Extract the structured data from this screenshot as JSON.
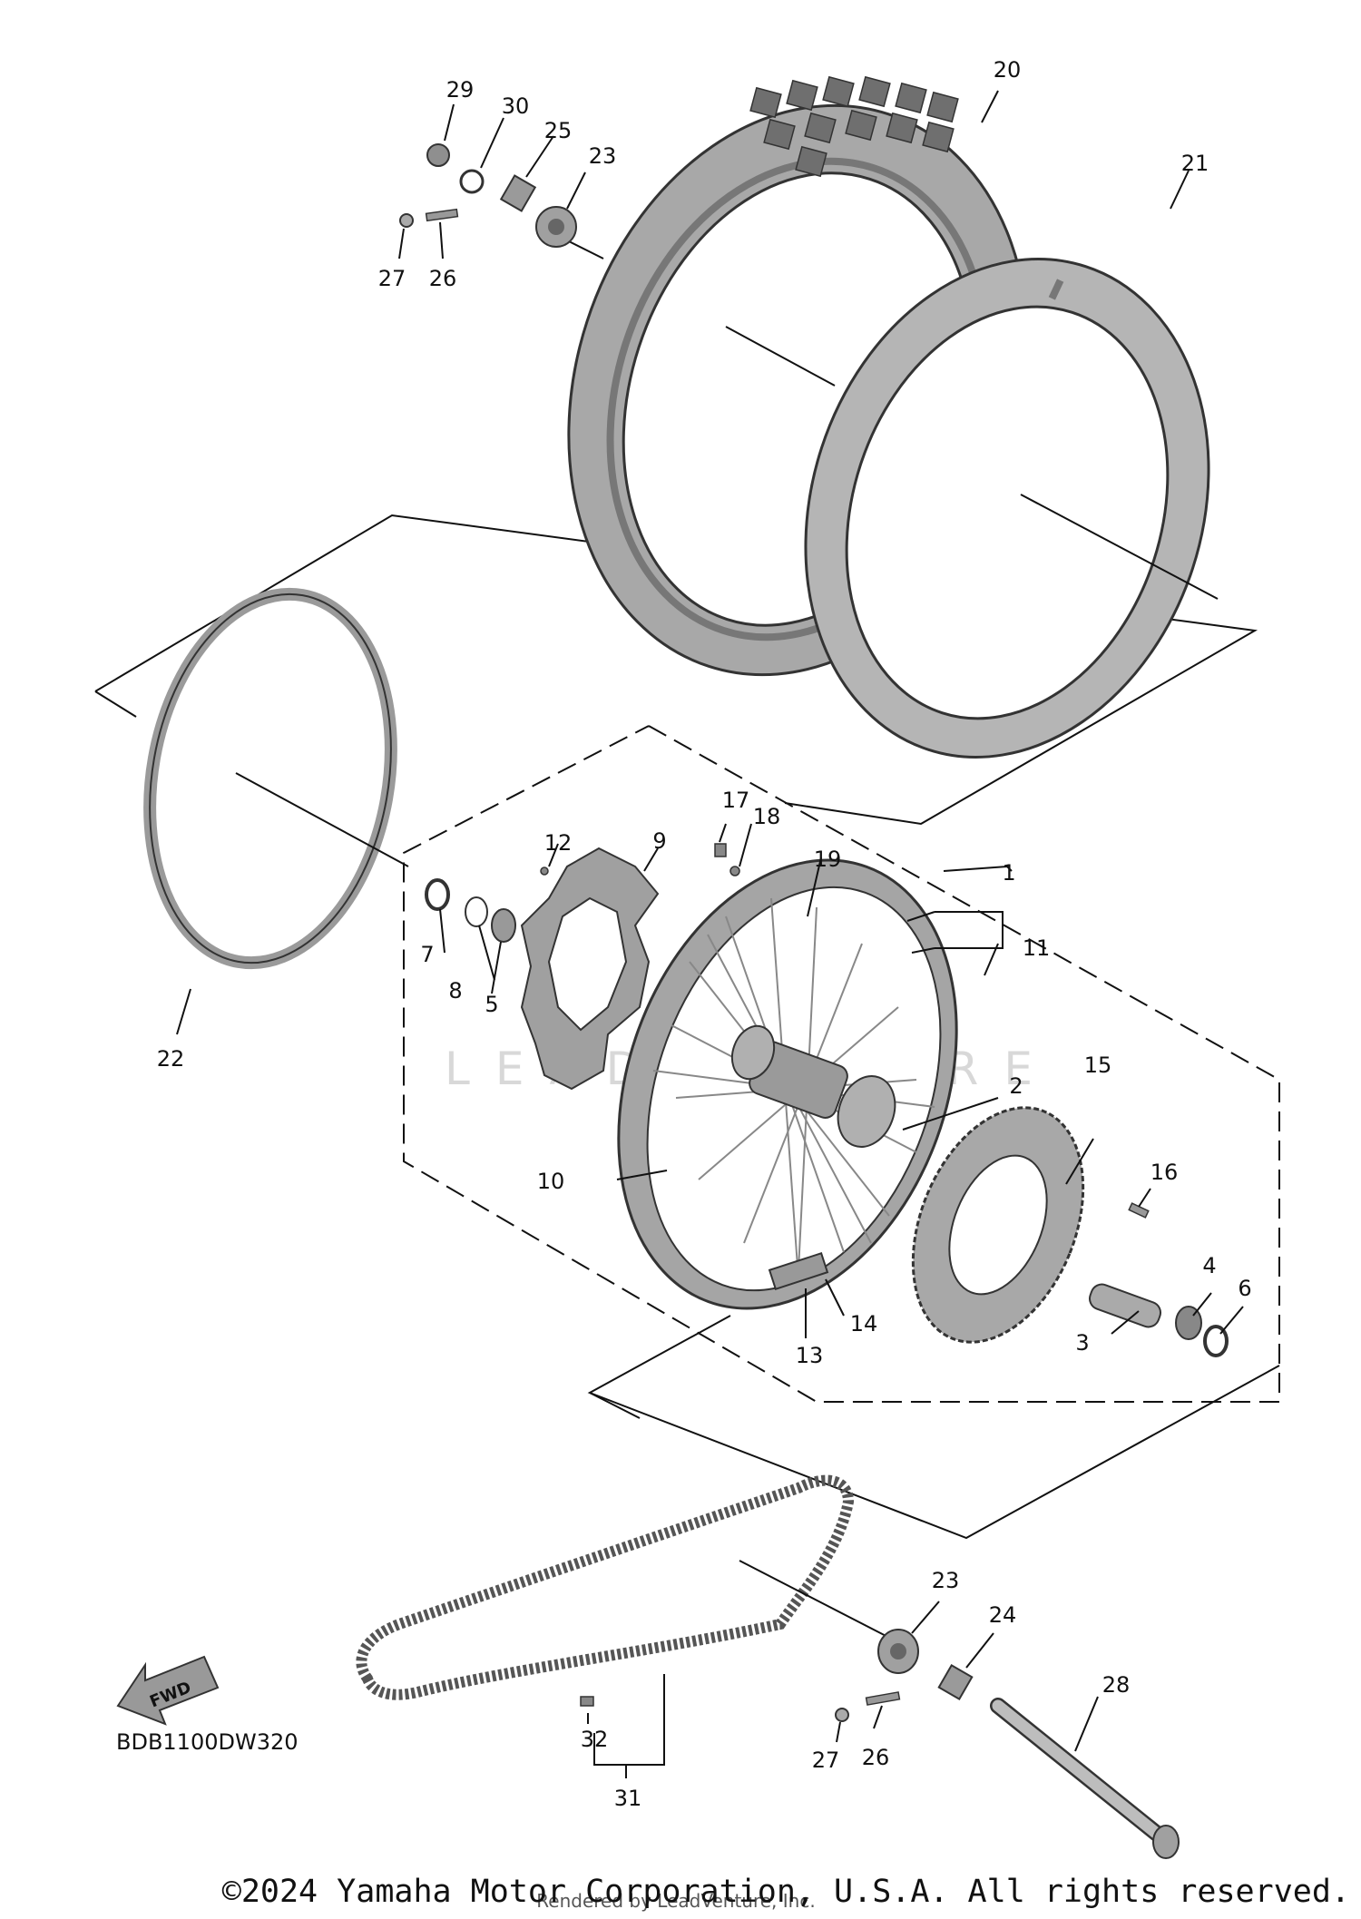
{
  "diagram_code": "BDB1100DW320",
  "fwd_label": "FWD",
  "copyright": "©2024 Yamaha Motor Corporation, U.S.A. All rights reserved.",
  "watermark": "LEADVENTURE",
  "rendered_by": "Rendered by LeadVenture, Inc.",
  "callouts": {
    "c1": "1",
    "c2": "2",
    "c3": "3",
    "c4": "4",
    "c5": "5",
    "c6": "6",
    "c7": "7",
    "c8": "8",
    "c9": "9",
    "c10": "10",
    "c11": "11",
    "c12": "12",
    "c13": "13",
    "c14": "14",
    "c15": "15",
    "c16": "16",
    "c17": "17",
    "c18": "18",
    "c19": "19",
    "c20": "20",
    "c21": "21",
    "c22": "22",
    "c23a": "23",
    "c23b": "23",
    "c24": "24",
    "c25": "25",
    "c26a": "26",
    "c26b": "26",
    "c27a": "27",
    "c27b": "27",
    "c28": "28",
    "c29": "29",
    "c30": "30",
    "c31": "31",
    "c32": "32"
  },
  "colors": {
    "part_fill": "#bdbdbd",
    "part_dark": "#8e8e8e",
    "line": "#111111"
  }
}
